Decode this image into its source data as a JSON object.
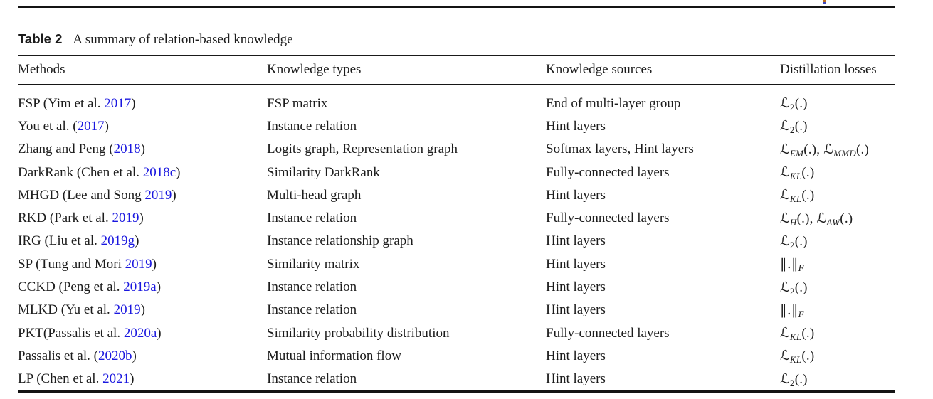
{
  "table": {
    "label": "Table 2",
    "caption": "A summary of relation-based knowledge",
    "link_color": "#1a17df",
    "columns": [
      {
        "key": "method",
        "label": "Methods"
      },
      {
        "key": "type",
        "label": "Knowledge types"
      },
      {
        "key": "source",
        "label": "Knowledge sources"
      },
      {
        "key": "loss",
        "label": "Distillation losses"
      }
    ],
    "rows": [
      {
        "method_pre": "FSP (Yim et al. ",
        "method_link": "2017",
        "method_post": ")",
        "type": "FSP matrix",
        "source": "End of multi-layer group",
        "losses": [
          {
            "base": "ℒ",
            "sub": "2",
            "args": "(.)"
          }
        ]
      },
      {
        "method_pre": "You et al. (",
        "method_link": "2017",
        "method_post": ")",
        "type": "Instance relation",
        "source": "Hint layers",
        "losses": [
          {
            "base": "ℒ",
            "sub": "2",
            "args": "(.)"
          }
        ]
      },
      {
        "method_pre": "Zhang and Peng (",
        "method_link": "2018",
        "method_post": ")",
        "type": "Logits graph, Representation graph",
        "source": "Softmax layers, Hint layers",
        "losses": [
          {
            "base": "ℒ",
            "sub": "EM",
            "args": "(.)"
          },
          {
            "base": "ℒ",
            "sub": "MMD",
            "args": "(.)"
          }
        ]
      },
      {
        "method_pre": "DarkRank (Chen et al. ",
        "method_link": "2018c",
        "method_post": ")",
        "type": "Similarity DarkRank",
        "source": "Fully-connected layers",
        "losses": [
          {
            "base": "ℒ",
            "sub": "KL",
            "args": "(.)"
          }
        ]
      },
      {
        "method_pre": "MHGD (Lee and Song ",
        "method_link": "2019",
        "method_post": ")",
        "type": "Multi-head graph",
        "source": "Hint layers",
        "losses": [
          {
            "base": "ℒ",
            "sub": "KL",
            "args": "(.)"
          }
        ]
      },
      {
        "method_pre": "RKD (Park et al. ",
        "method_link": "2019",
        "method_post": ")",
        "type": "Instance relation",
        "source": "Fully-connected layers",
        "losses": [
          {
            "base": "ℒ",
            "sub": "H",
            "args": "(.)"
          },
          {
            "base": "ℒ",
            "sub": "AW",
            "args": "(.)"
          }
        ]
      },
      {
        "method_pre": "IRG (Liu et al. ",
        "method_link": "2019g",
        "method_post": ")",
        "type": "Instance relationship graph",
        "source": "Hint layers",
        "losses": [
          {
            "base": "ℒ",
            "sub": "2",
            "args": "(.)"
          }
        ]
      },
      {
        "method_pre": "SP (Tung and Mori ",
        "method_link": "2019",
        "method_post": ")",
        "type": "Similarity matrix",
        "source": "Hint layers",
        "losses": [
          {
            "base": "‖.‖",
            "sub": "F",
            "args": ""
          }
        ]
      },
      {
        "method_pre": "CCKD (Peng et al. ",
        "method_link": "2019a",
        "method_post": ")",
        "type": "Instance relation",
        "source": "Hint layers",
        "losses": [
          {
            "base": "ℒ",
            "sub": "2",
            "args": "(.)"
          }
        ]
      },
      {
        "method_pre": "MLKD (Yu et al. ",
        "method_link": "2019",
        "method_post": ")",
        "type": "Instance relation",
        "source": "Hint layers",
        "losses": [
          {
            "base": "‖.‖",
            "sub": "F",
            "args": ""
          }
        ]
      },
      {
        "method_pre": "PKT(Passalis et al. ",
        "method_link": "2020a",
        "method_post": ")",
        "type": "Similarity probability distribution",
        "source": "Fully-connected layers",
        "losses": [
          {
            "base": "ℒ",
            "sub": "KL",
            "args": "(.)"
          }
        ]
      },
      {
        "method_pre": "Passalis et al. (",
        "method_link": "2020b",
        "method_post": ")",
        "type": "Mutual information flow",
        "source": "Hint layers",
        "losses": [
          {
            "base": "ℒ",
            "sub": "KL",
            "args": "(.)"
          }
        ]
      },
      {
        "method_pre": "LP (Chen et al. ",
        "method_link": "2021",
        "method_post": ")",
        "type": "Instance relation",
        "source": "Hint layers",
        "losses": [
          {
            "base": "ℒ",
            "sub": "2",
            "args": "(.)"
          }
        ]
      }
    ]
  }
}
